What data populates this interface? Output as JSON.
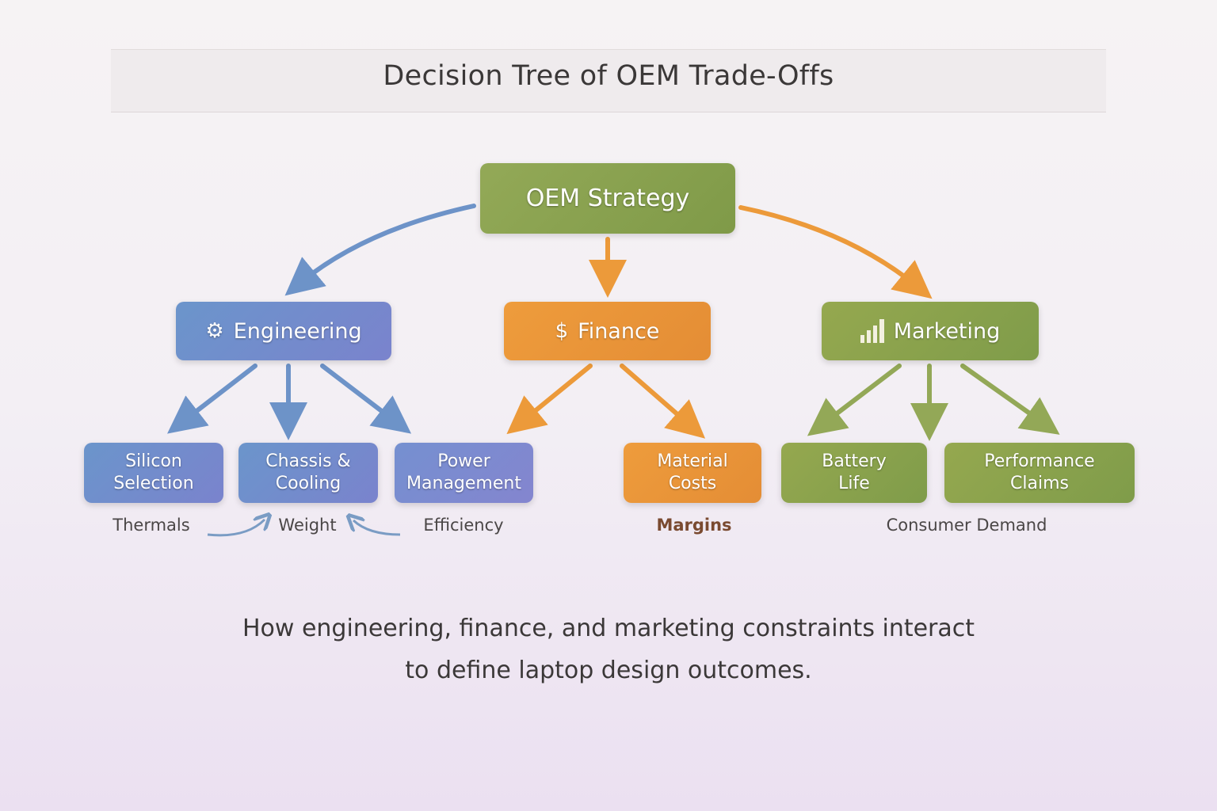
{
  "title": "Decision Tree of OEM Trade-Offs",
  "root": "OEM Strategy",
  "branches": [
    {
      "label": "Engineering",
      "icon": "gear-wrench-icon"
    },
    {
      "label": "Finance",
      "icon": "dollar-cycle-icon"
    },
    {
      "label": "Marketing",
      "icon": "bar-chart-icon"
    }
  ],
  "leaves": [
    {
      "line1": "Silicon",
      "line2": "Selection"
    },
    {
      "line1": "Chassis &",
      "line2": "Cooling"
    },
    {
      "line1": "Power",
      "line2": "Management"
    },
    {
      "line1": "Material",
      "line2": "Costs"
    },
    {
      "line1": "Battery",
      "line2": "Life"
    },
    {
      "line1": "Performance",
      "line2": "Claims"
    }
  ],
  "factors": [
    "Thermals",
    "Weight",
    "Efficiency",
    "Margins",
    "Consumer Demand"
  ],
  "caption": {
    "line1": "How engineering, finance, and marketing constraints interact",
    "line2": "to define laptop design outcomes."
  },
  "colors": {
    "engineering": "#6f8ccc",
    "finance": "#e8973a",
    "marketing": "#8aa250",
    "root": "#8aa050"
  }
}
